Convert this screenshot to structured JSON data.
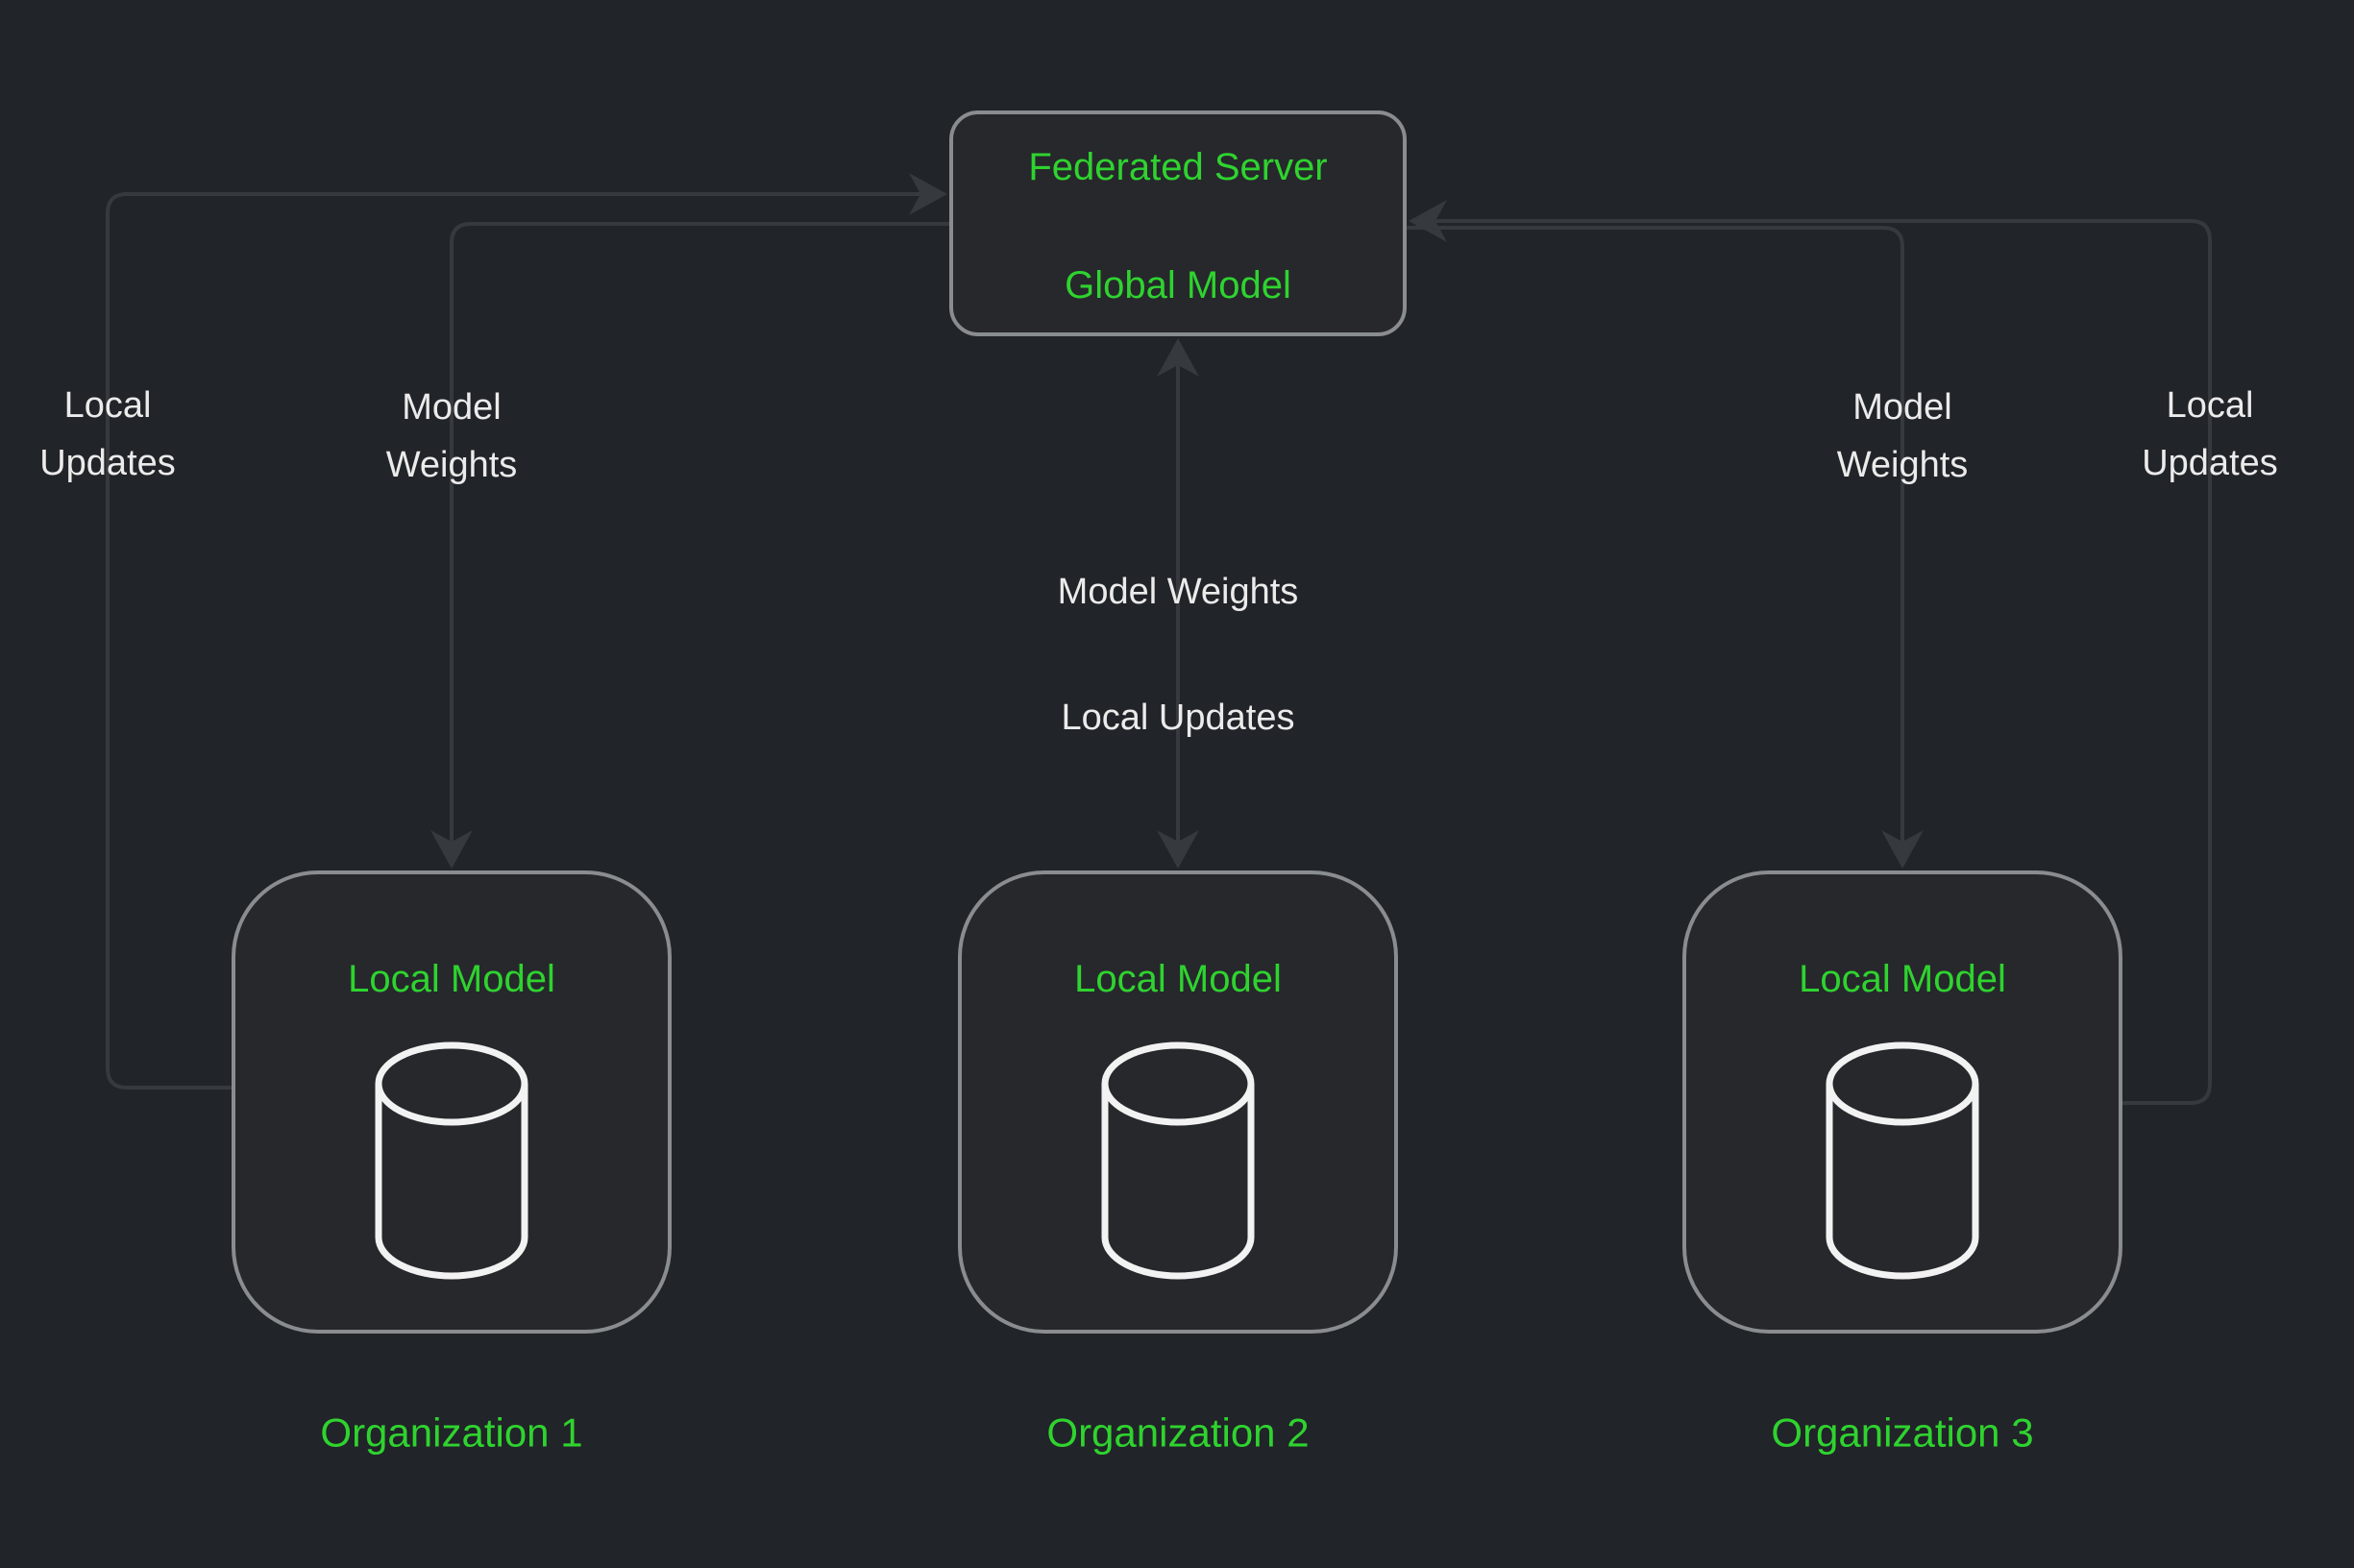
{
  "diagram": {
    "server": {
      "title": "Federated Server",
      "subtitle": "Global Model"
    },
    "organizations": [
      {
        "node_label": "Local Model",
        "icon": "database-icon",
        "caption": "Organization 1"
      },
      {
        "node_label": "Local Model",
        "icon": "database-icon",
        "caption": "Organization 2"
      },
      {
        "node_label": "Local Model",
        "icon": "database-icon",
        "caption": "Organization 3"
      }
    ],
    "edges": {
      "left_outer": {
        "line1": "Local",
        "line2": "Updates"
      },
      "left_inner": {
        "line1": "Model",
        "line2": "Weights"
      },
      "center": {
        "label_top": "Model Weights",
        "label_bottom": "Local Updates"
      },
      "right_inner": {
        "line1": "Model",
        "line2": "Weights"
      },
      "right_outer": {
        "line1": "Local",
        "line2": "Updates"
      }
    }
  },
  "colors": {
    "bg": "#212428",
    "node_fill": "#26282c",
    "node_border": "#8a8d90",
    "edge": "#36393d",
    "green": "#2fd32f",
    "text_white": "#ebebeb",
    "icon": "#f2f2f2"
  }
}
